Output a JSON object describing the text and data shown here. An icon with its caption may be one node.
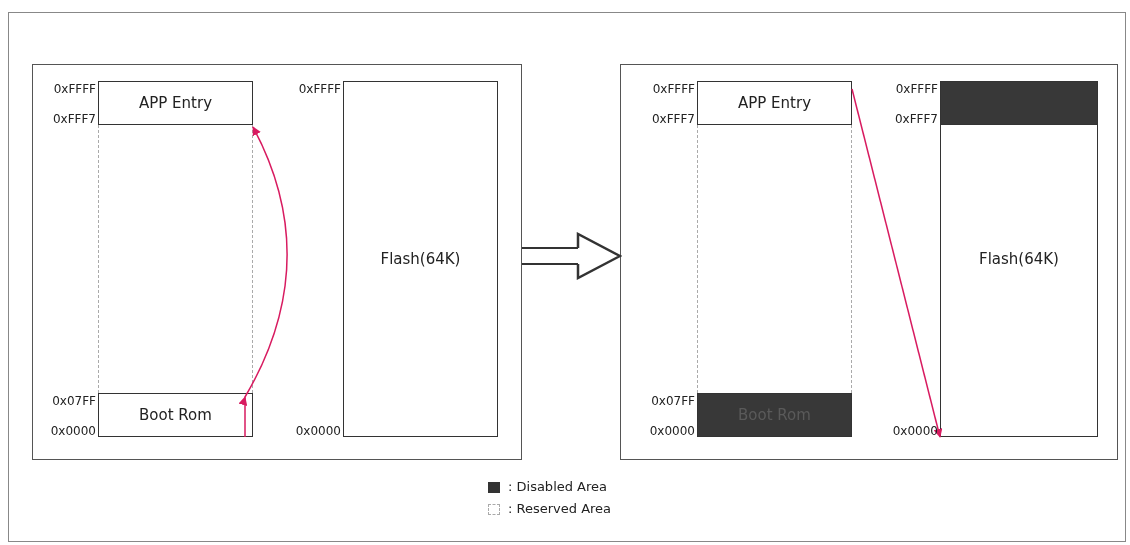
{
  "diagram": {
    "nodes": [
      {
        "text": [],
        "shape": "box"
      },
      {
        "text": [
          "APP Entry"
        ],
        "in": 0,
        "beside": [
          "0xFFFF",
          "0xFFF7"
        ]
      },
      {
        "text": [],
        "shape": "box",
        "in": 0
      },
      {
        "text": [
          "Boot Rom"
        ],
        "in": 0,
        "beside": [
          "0x07FF",
          "0x0000"
        ]
      },
      {
        "text": [
          "Flash(64K)"
        ],
        "in": 0,
        "beside": [
          "0xFFFF",
          "0x0000"
        ]
      },
      {
        "text": [],
        "shape": "box"
      },
      {
        "text": [
          "APP Entry"
        ],
        "in": 5,
        "beside": [
          "0xFFFF",
          "0xFFF7"
        ]
      },
      {
        "text": [],
        "shape": "box",
        "in": 5
      },
      {
        "text": [
          "Boot Rom"
        ],
        "in": 5,
        "beside": [
          "0x07FF",
          "0x0000"
        ]
      },
      {
        "text": [
          "Flash(64K)"
        ],
        "in": 5,
        "beside": [
          "0x0000"
        ]
      },
      {
        "text": [],
        "shape": "box",
        "in": 9,
        "beside": [
          "0xFFFF",
          "0xFFF7"
        ]
      }
    ],
    "edges": [
      {
        "from": 3,
        "to": 1,
        "arrow": "to",
        "color": "#d81b60"
      },
      {
        "from": 0,
        "to": 5,
        "arrow": "to",
        "style": "thick",
        "color": "#333333"
      },
      {
        "from": 6,
        "to": 9,
        "arrow": "to",
        "color": "#d81b60"
      }
    ],
    "legend": [
      {
        "text": ": Disabled Area",
        "color": "#333333"
      },
      {
        "text": ": Reserved Area"
      }
    ]
  }
}
